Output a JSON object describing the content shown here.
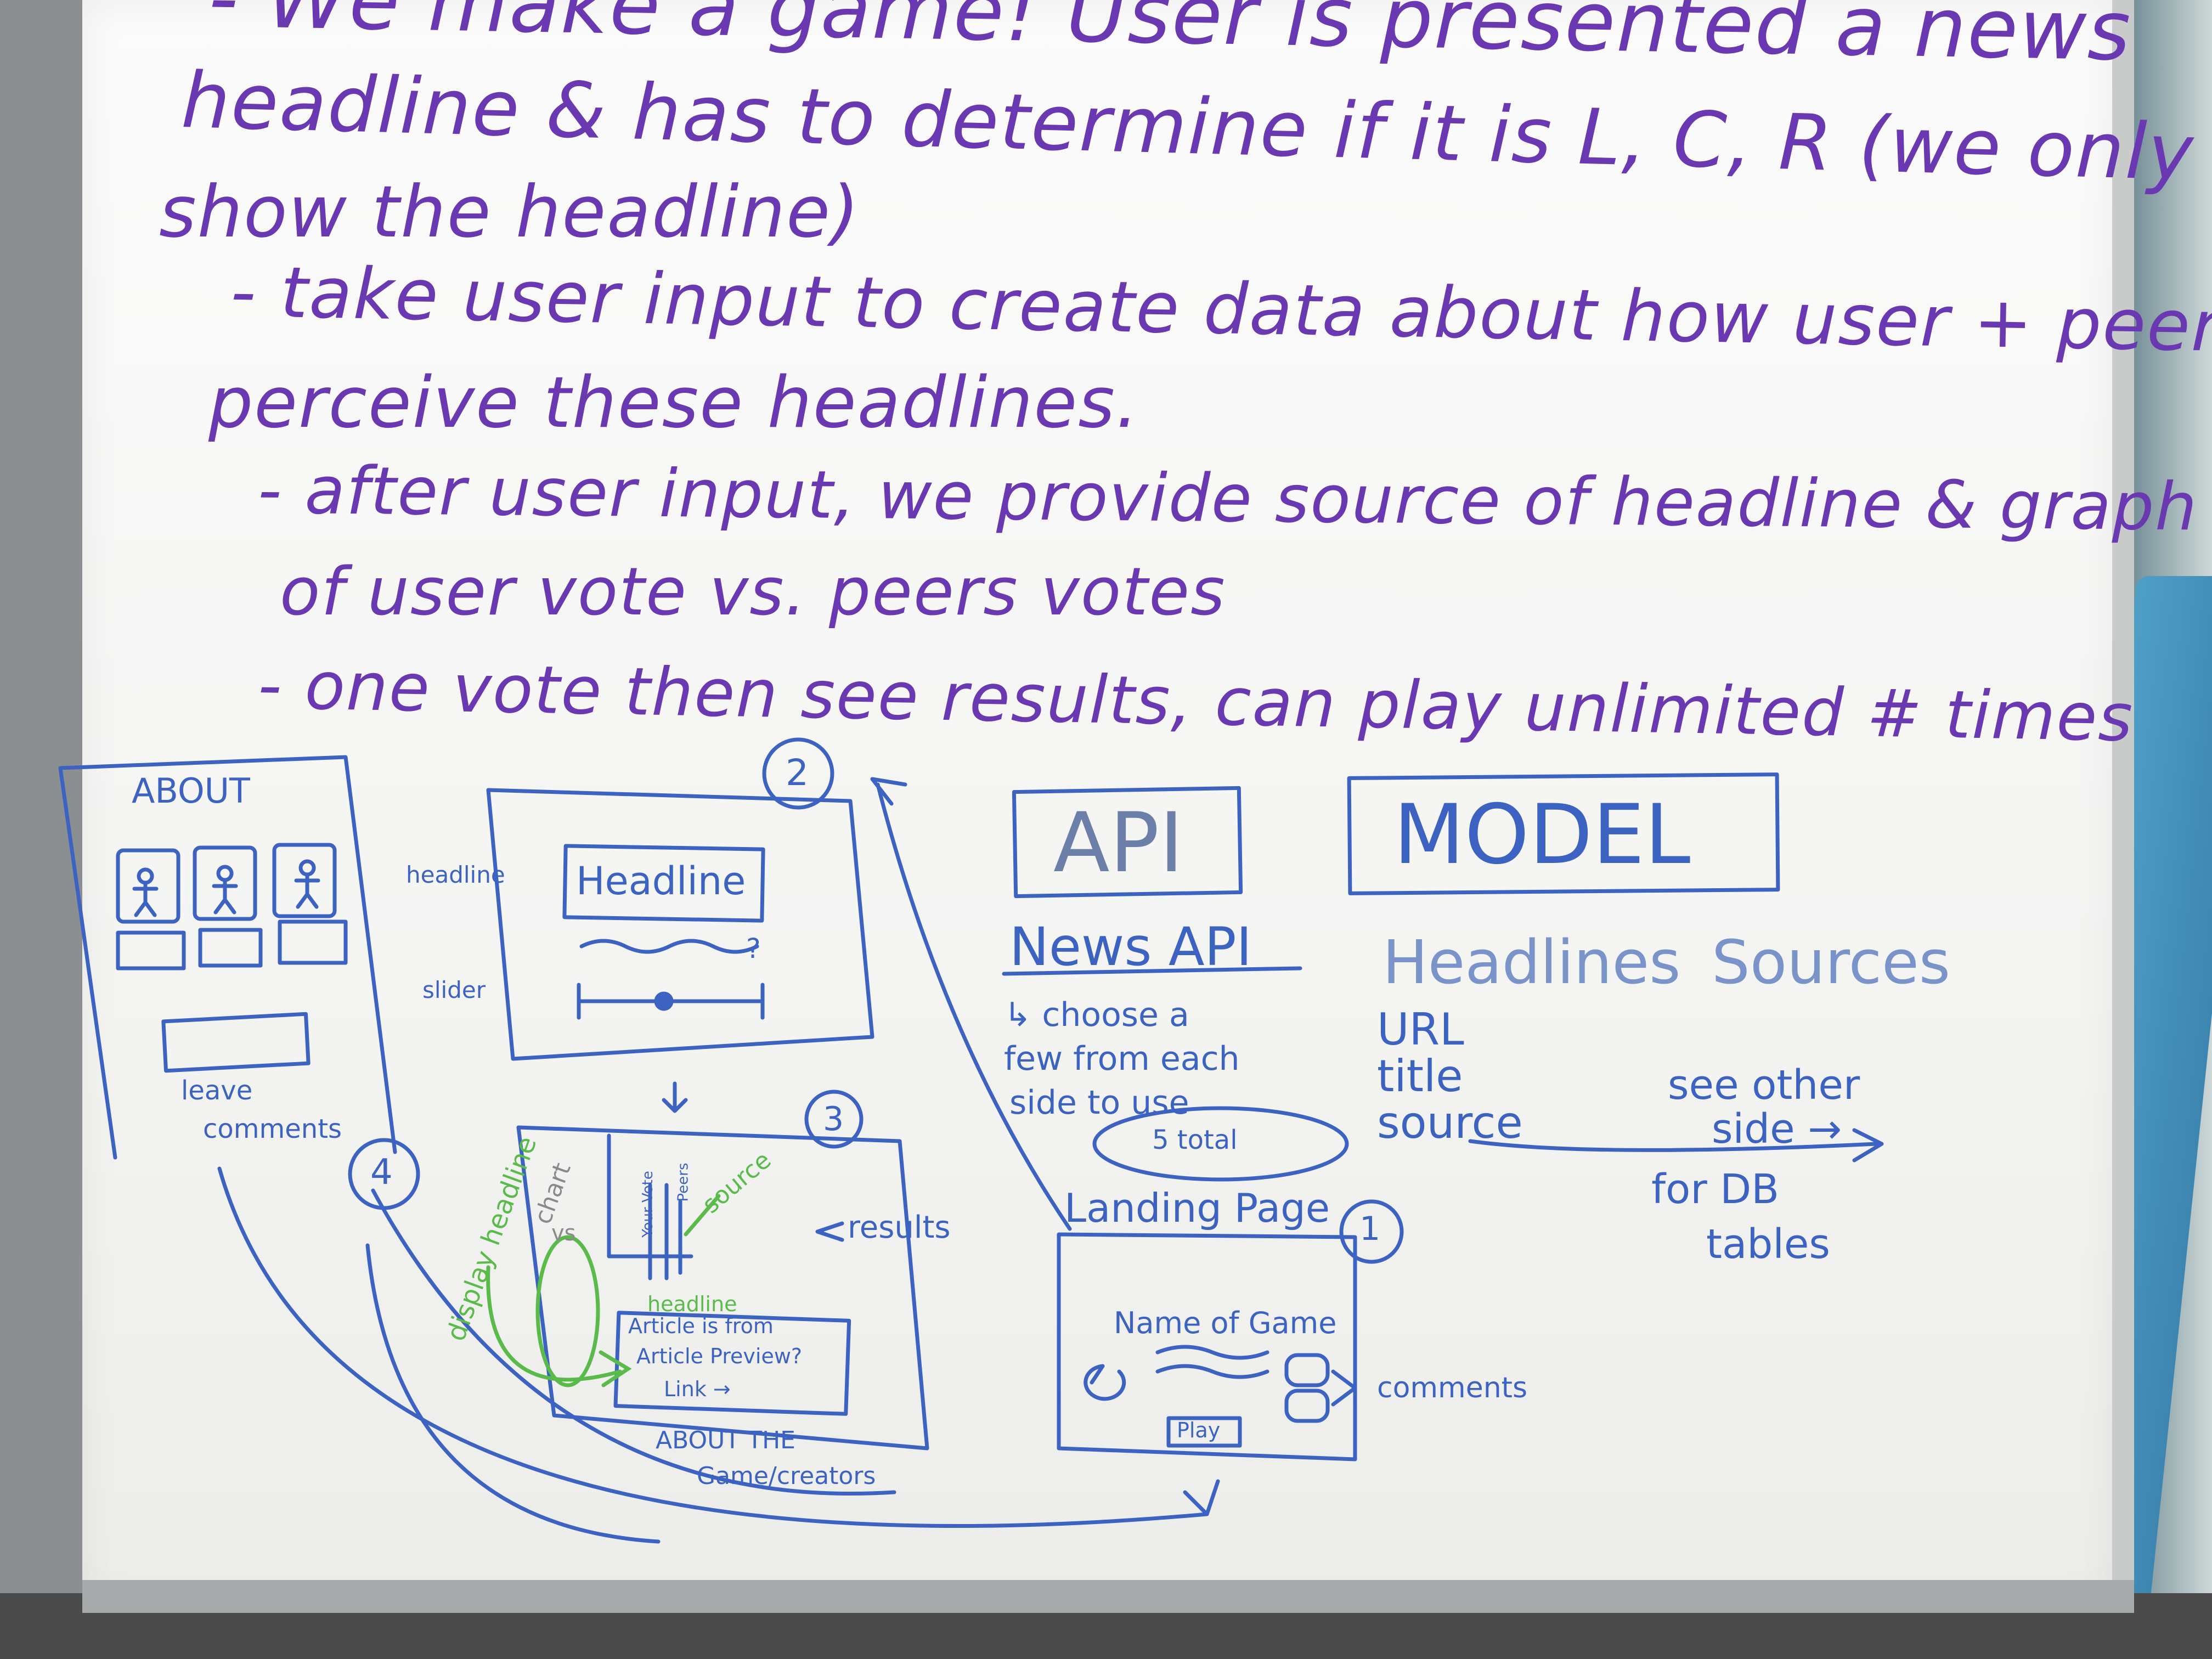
{
  "notes": {
    "line1": "- We make a game! User is presented a news",
    "line2": "headline & has to determine if it is L, C, R (we only",
    "line3": "show the headline)",
    "bullet1_line1": "- take user input to create data about how user + peers",
    "bullet1_line2": "perceive these headlines.",
    "bullet2_line1": "- after user input, we provide source of headline & graph",
    "bullet2_line2": "of user vote vs. peers votes",
    "bullet3": "- one vote then see results, can play unlimited # times"
  },
  "about_sketch": {
    "title": "ABOUT",
    "number": "4",
    "leave_comments_1": "leave",
    "leave_comments_2": "comments",
    "about_game_1": "ABOUT THE",
    "about_game_2": "Game/creators"
  },
  "headline_sketch": {
    "number": "2",
    "headline_label": "headline",
    "slider_label": "slider",
    "headline_box": "Headline",
    "question_mark": "?"
  },
  "results_sketch": {
    "number": "3",
    "results_label": "results",
    "chart_label_1": "chart",
    "chart_label_2": "vs",
    "your_vote": "Your Vote",
    "peers": "Peers",
    "source_label": "source",
    "display_headline": "display headline",
    "headline_small": "headline",
    "article_from": "Article is from",
    "article_preview": "Article Preview?",
    "link": "Link →"
  },
  "api": {
    "title": "API",
    "service": "News API",
    "note_1": "↳ choose a",
    "note_2": "few from each",
    "note_3": "side to use",
    "total": "5 total"
  },
  "model": {
    "title": "MODEL",
    "col1": "Headlines",
    "col2": "Sources",
    "fields": [
      "URL",
      "title",
      "source"
    ],
    "note_1": "see other",
    "note_2": "side →",
    "note_3": "for DB",
    "note_4": "tables"
  },
  "landing": {
    "title": "Landing Page",
    "number": "1",
    "name": "Name of Game",
    "play": "Play",
    "comments": "comments"
  },
  "colors": {
    "purple_ink": "#6a38b0",
    "blue_ink": "#3d63c2",
    "green_ink": "#5bbb4a",
    "board": "#f7f7f5",
    "frame": "#c9cbcb",
    "stand": "#4f9fc7"
  }
}
